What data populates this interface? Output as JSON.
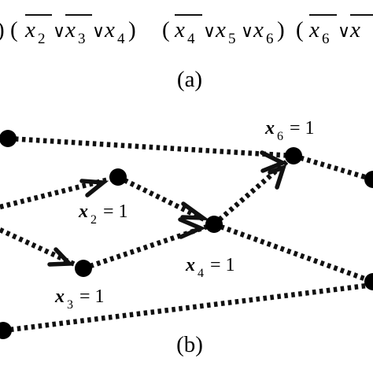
{
  "formula": {
    "open_text": ")",
    "clauses": [
      {
        "literals": [
          {
            "var": "x",
            "sub": "2",
            "negated": true
          },
          {
            "var": "x",
            "sub": "3",
            "negated": true
          },
          {
            "var": "x",
            "sub": "4",
            "negated": false
          }
        ]
      },
      {
        "literals": [
          {
            "var": "x",
            "sub": "4",
            "negated": true
          },
          {
            "var": "x",
            "sub": "5",
            "negated": false
          },
          {
            "var": "x",
            "sub": "6",
            "negated": false
          }
        ]
      },
      {
        "literals": [
          {
            "var": "x",
            "sub": "6",
            "negated": true
          },
          {
            "var": "x",
            "sub": "",
            "negated": false
          }
        ]
      }
    ],
    "or_symbol": "∨"
  },
  "caption_a": "(a)",
  "caption_b": "(b)",
  "diagram": {
    "nodes": [
      {
        "id": "n1",
        "label": ""
      },
      {
        "id": "x2",
        "label": "= 1",
        "var": "x",
        "sub": "2"
      },
      {
        "id": "x3",
        "label": "= 1",
        "var": "x",
        "sub": "3"
      },
      {
        "id": "x4",
        "label": "= 1",
        "var": "x",
        "sub": "4"
      },
      {
        "id": "x6",
        "label": "= 1",
        "var": "x",
        "sub": "6"
      },
      {
        "id": "n6",
        "label": ""
      },
      {
        "id": "n7",
        "label": ""
      }
    ]
  }
}
